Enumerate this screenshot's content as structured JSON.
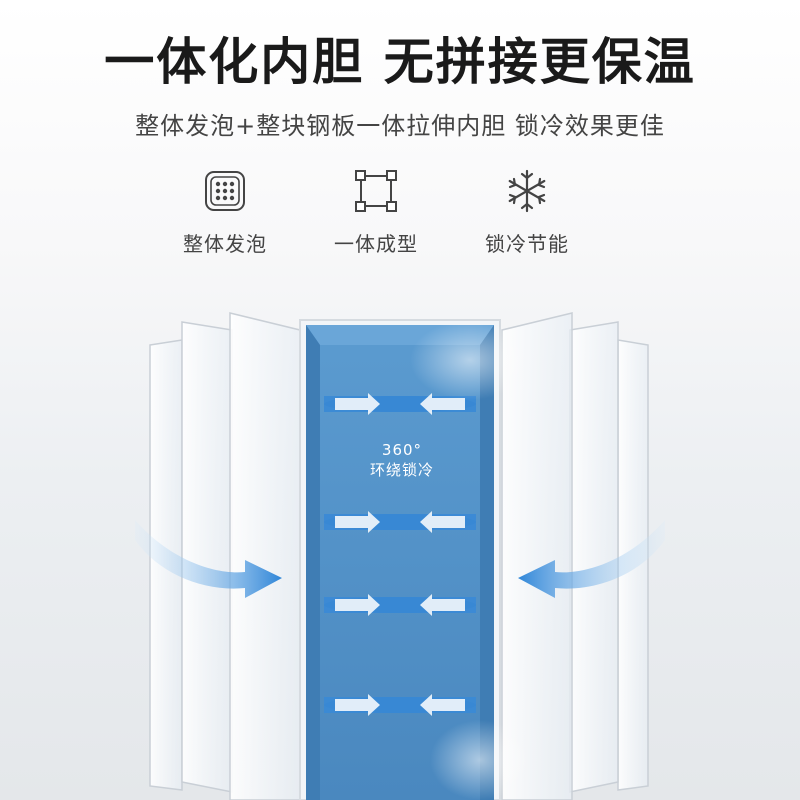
{
  "title": "一体化内胆 无拼接更保温",
  "subtitle": "整体发泡+整块钢板一体拉伸内胆 锁冷效果更佳",
  "features": [
    {
      "icon": "foam-grid-icon",
      "label": "整体发泡"
    },
    {
      "icon": "one-piece-frame-icon",
      "label": "一体成型"
    },
    {
      "icon": "snowflake-icon",
      "label": "锁冷节能"
    }
  ],
  "cabinet": {
    "degree_label": "360°",
    "lock_label": "环绕锁冷"
  },
  "colors": {
    "cabinet_blue": "#4d8fc6",
    "arrow_blue": "#2f86d8",
    "title_text": "#1a1a1a"
  }
}
